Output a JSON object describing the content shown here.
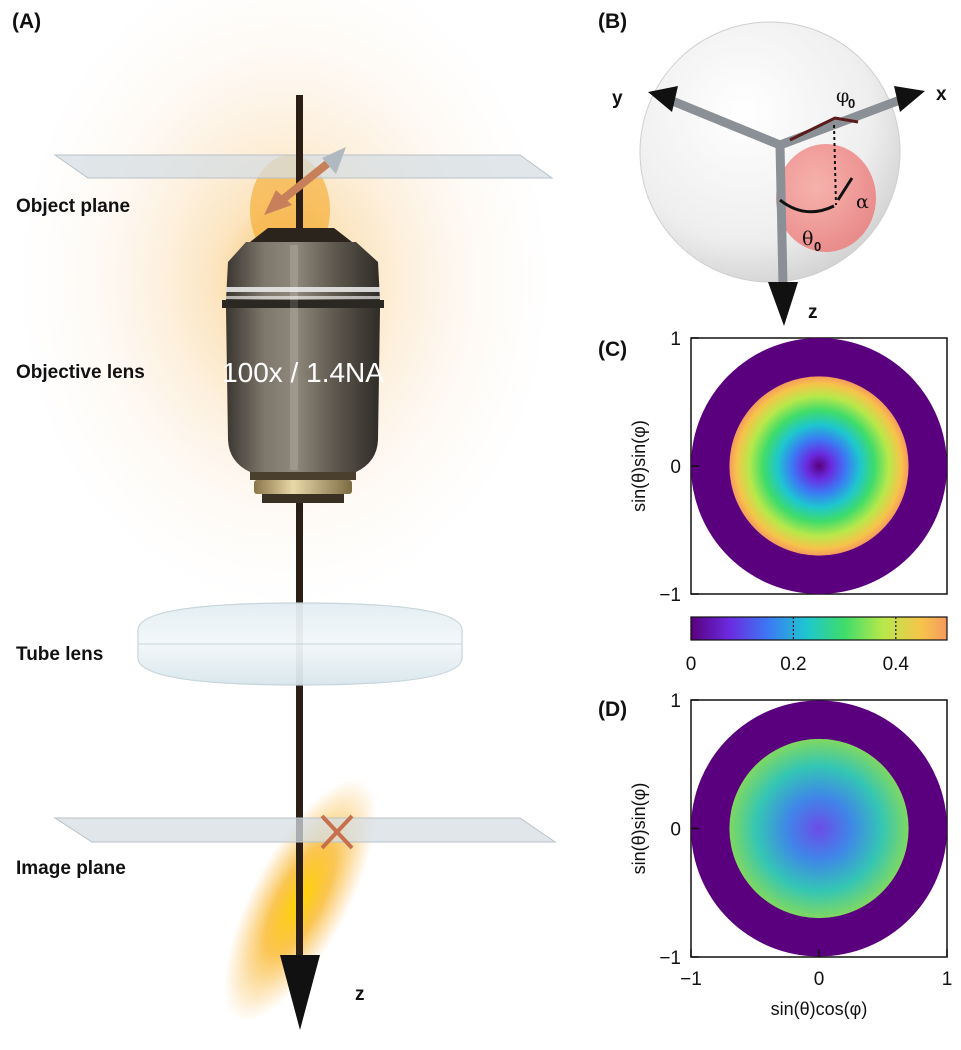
{
  "panel_a": {
    "label": "(A)",
    "object_plane": "Object plane",
    "objective_lens": "Objective lens",
    "objective_marking": "100x / 1.4NA",
    "tube_lens": "Tube lens",
    "image_plane": "Image plane",
    "axis_z": "z"
  },
  "panel_b": {
    "label": "(B)",
    "axis_x": "x",
    "axis_y": "y",
    "axis_z": "z",
    "phi": "φ",
    "phi_sub": "0",
    "theta": "θ",
    "theta_sub": "0",
    "alpha": "α"
  },
  "colors": {
    "viridis_start": "#5a007e",
    "cone": "#f08c8c",
    "cross": "#c8704d"
  },
  "chart_data": [
    {
      "type": "heatmap",
      "panel": "(C)",
      "title": "",
      "xlabel": "",
      "ylabel": "sin(θ)sin(φ)",
      "xlim": [
        -1,
        1
      ],
      "ylim": [
        -1,
        1
      ],
      "yticks": [
        "1",
        "0",
        "−1"
      ],
      "outer_ring_value": 0,
      "inner_disk_radius": 0.7,
      "center_value": 0,
      "edge_value": 0.5,
      "colorbar": {
        "min": 0,
        "max": 0.5,
        "ticks": [
          "0",
          "0.2",
          "0.4"
        ]
      }
    },
    {
      "type": "heatmap",
      "panel": "(D)",
      "title": "",
      "xlabel": "sin(θ)cos(φ)",
      "ylabel": "sin(θ)sin(φ)",
      "xlim": [
        -1,
        1
      ],
      "ylim": [
        -1,
        1
      ],
      "xticks": [
        "−1",
        "0",
        "1"
      ],
      "yticks": [
        "1",
        "0",
        "−1"
      ],
      "outer_ring_value": 0,
      "inner_disk_radius": 0.7,
      "center_value": 0.12,
      "edge_value": 0.34
    }
  ]
}
